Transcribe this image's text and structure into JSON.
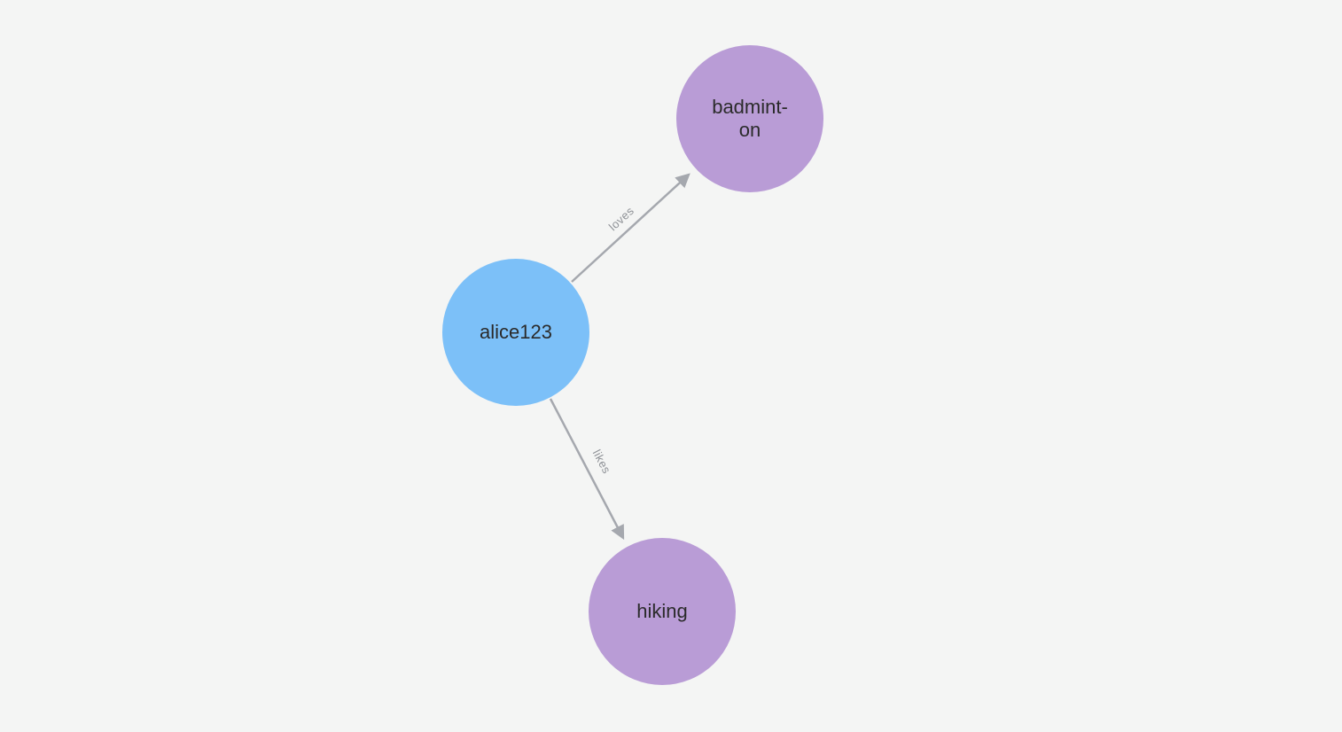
{
  "canvas": {
    "background": "#f4f5f4"
  },
  "graph": {
    "nodes": [
      {
        "id": "alice123",
        "label": "alice123",
        "fill": "#7cc0f8",
        "text_color": "#2b2b2b"
      },
      {
        "id": "badminton",
        "label": "badmint-\non",
        "fill": "#b99cd6",
        "text_color": "#2b2b2b"
      },
      {
        "id": "hiking",
        "label": "hiking",
        "fill": "#b99cd6",
        "text_color": "#2b2b2b"
      }
    ],
    "edges": [
      {
        "id": "loves",
        "label": "loves",
        "from": "alice123",
        "to": "badminton",
        "color": "#a5a8ae",
        "label_color": "#8e9196"
      },
      {
        "id": "likes",
        "label": "likes",
        "from": "alice123",
        "to": "hiking",
        "color": "#a5a8ae",
        "label_color": "#8e9196"
      }
    ]
  }
}
